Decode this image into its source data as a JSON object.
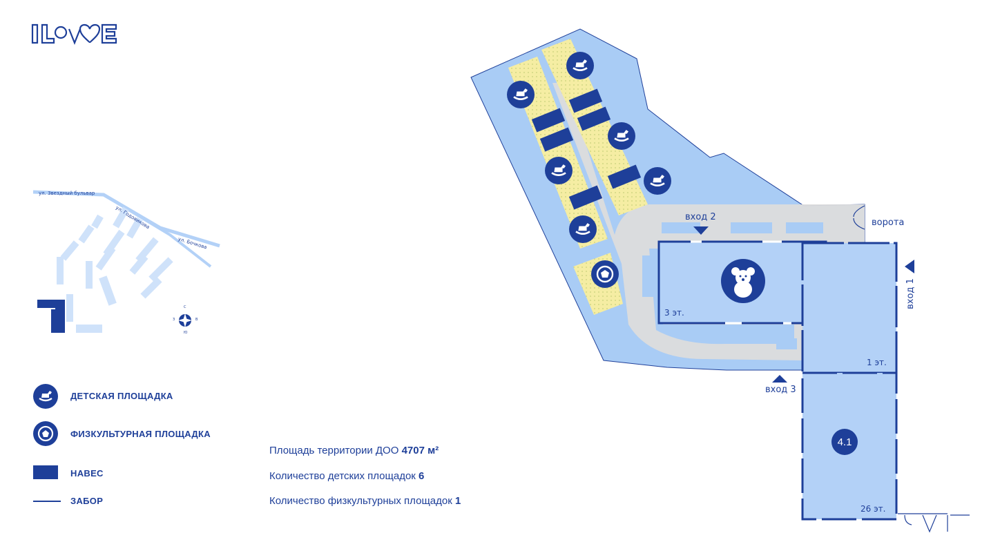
{
  "logo": {
    "text": "ILOVE"
  },
  "mini_map": {
    "streets": [
      "ул. Звездный бульвар",
      "ул. Годовикова",
      "ул. Бочкова"
    ],
    "compass": {
      "n": "С",
      "s": "Ю",
      "w": "З",
      "e": "В"
    }
  },
  "legend": {
    "items": [
      {
        "label": "ДЕТСКАЯ ПЛОЩАДКА",
        "icon": "rocking-horse-icon"
      },
      {
        "label": "ФИЗКУЛЬТУРНАЯ ПЛОЩАДКА",
        "icon": "ball-icon"
      },
      {
        "label": "НАВЕС",
        "icon": "canopy-swatch"
      },
      {
        "label": "ЗАБОР",
        "icon": "fence-line"
      }
    ]
  },
  "stats": [
    {
      "label": "Площадь территории ДОО",
      "value": "4707 м²"
    },
    {
      "label": "Количество детских площадок",
      "value": "6"
    },
    {
      "label": "Количество физкультурных площадок",
      "value": "1"
    }
  ],
  "map": {
    "labels": {
      "entrance1": "вход 1",
      "entrance2": "вход 2",
      "entrance3": "вход 3",
      "gate": "ворота",
      "floor3": "3 эт.",
      "floor1": "1 эт.",
      "floor26": "26 эт.",
      "building": "4.1"
    },
    "colors": {
      "primary": "#1e3f99",
      "territory": "#a9ccf5",
      "building": "#b3d1f7",
      "path": "#dedede",
      "playground": "#f5eda3"
    }
  }
}
